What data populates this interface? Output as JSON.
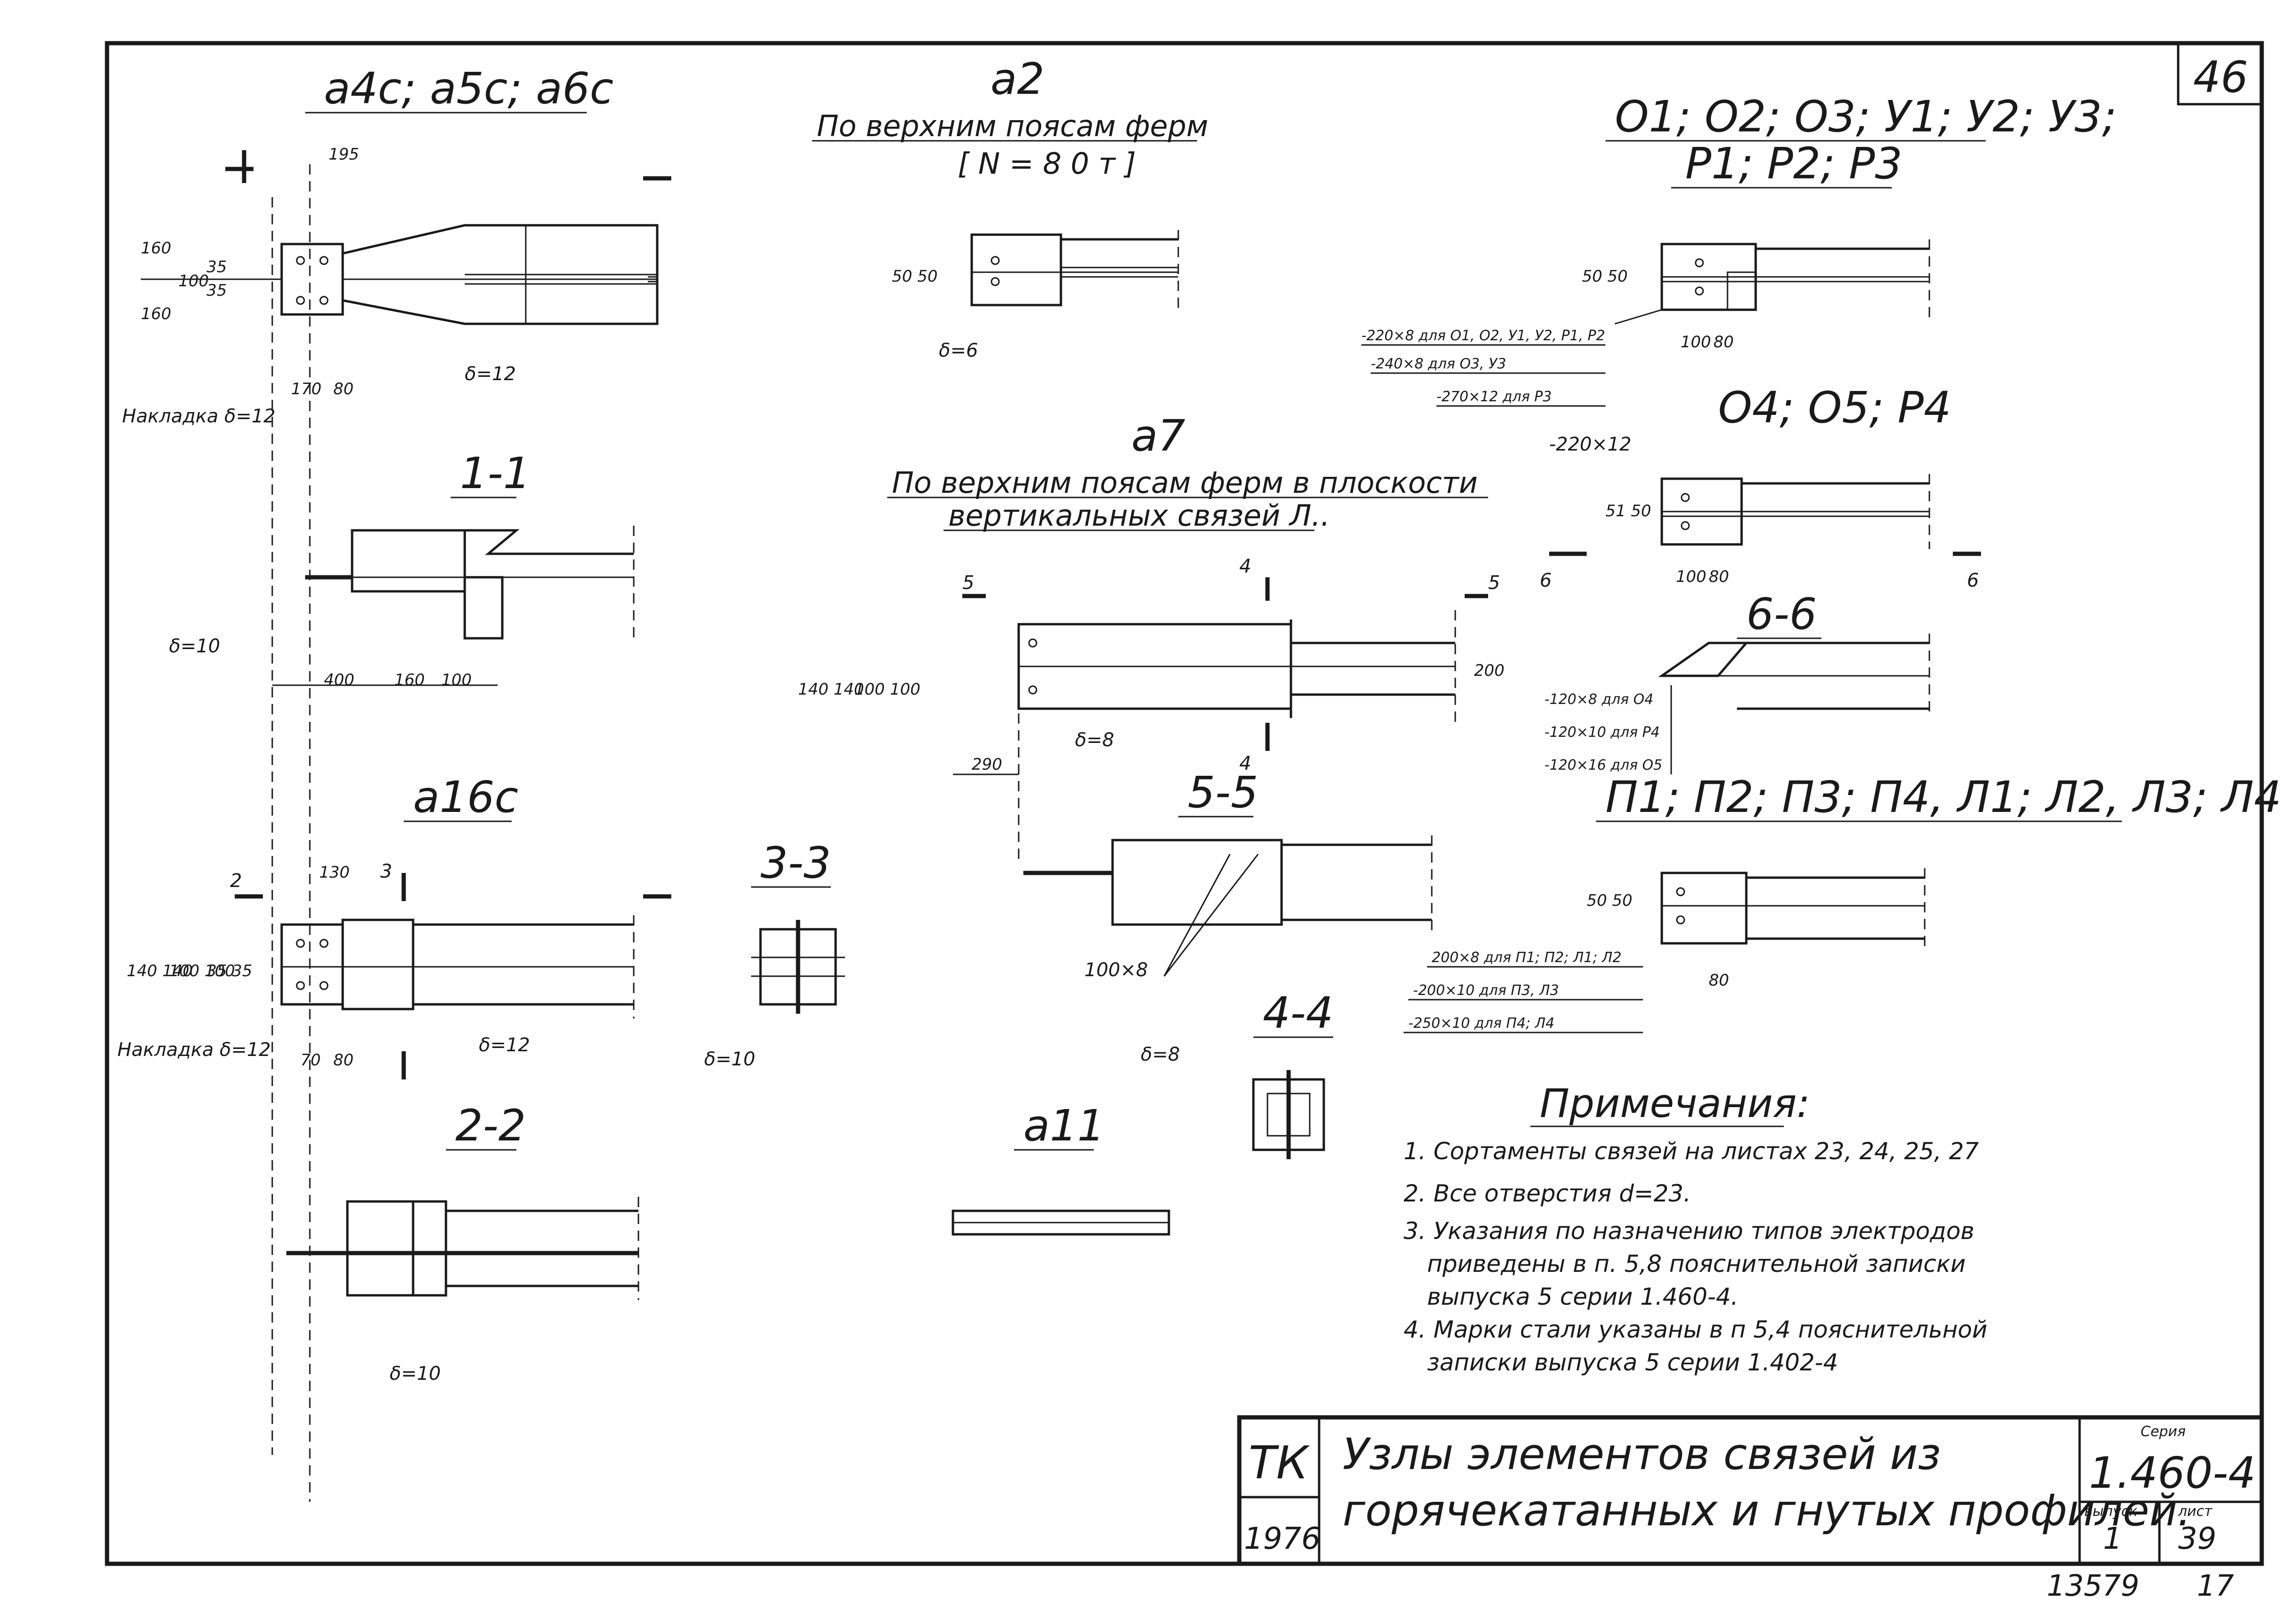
{
  "sheet": {
    "page_number": "46",
    "drawing_number_bottom": "13579",
    "drawing_number_bottom_right": "17"
  },
  "views": {
    "a4c_title": "а4с; а5с; а6с",
    "a2_title": "а2",
    "a2_subtitle": "По верхним поясам ферм",
    "a2_force": "[ N = 8 0 т ]",
    "a7_title": "а7",
    "a7_subtitle_1": "По верхним поясам ферм в плоскости",
    "a7_subtitle_2": "вертикальных связей Л..",
    "right_top_title_1": "О1; О2; О3; У1; У2; У3;",
    "right_top_title_2": "Р1; Р2; Р3",
    "o4_title": "О4; О5; Р4",
    "p_title": "П1; П2; П3; П4, Л1; Л2, Л3; Л4",
    "a16c_title": "а16с",
    "a11_title": "а11",
    "s11": "1-1",
    "s22": "2-2",
    "s33": "3-3",
    "s44": "4-4",
    "s55": "5-5",
    "s66": "6-6"
  },
  "dimensions": {
    "d195": "195",
    "d160a": "160",
    "d160b": "160",
    "d100": "100",
    "d35": "35",
    "d35b": "35",
    "d170": "170",
    "d80": "80",
    "d_overlay": "Накладка δ=12",
    "d_delta12": "δ=12",
    "d_delta10": "δ=10",
    "d400": "400",
    "d160c": "160",
    "d100c": "100",
    "a2_50": "50 50",
    "a2_delta6": "δ=6",
    "a7_140": "140 140",
    "a7_100": "100 100",
    "a7_200": "200",
    "a7_290": "290",
    "a7_delta8": "δ=8",
    "a7_sec5": "5",
    "a7_sec4": "4",
    "s55_plate": "100×8",
    "rt_50": "50 50",
    "rt_100": "100",
    "rt_80": "80",
    "rt_plate1": "-220×8 для О1, О2, У1, У2, Р1, Р2",
    "rt_plate2": "-240×8 для О3, У3",
    "rt_plate3": "-270×12 для Р3",
    "o4_plate": "-220×12",
    "o4_51": "51 50",
    "o4_100": "100",
    "o4_80": "80",
    "o4_sec": "6",
    "s66_p1": "-120×8 для О4",
    "s66_p2": "-120×10 для Р4",
    "s66_p3": "-120×16 для О5",
    "p_50": "50 50",
    "p_80": "80",
    "p_plate1": "200×8 для П1; П2; Л1; Л2",
    "p_plate2": "-200×10 для П3, Л3",
    "p_plate3": "-250×10 для П4; Л4",
    "a16_130": "130",
    "a16_140": "140 140",
    "a16_100": "100 100",
    "a16_35": "35 35",
    "a16_70": "70",
    "a16_80": "80",
    "a16_overlay": "Накладка δ=12",
    "a16_delta12": "δ=12",
    "a16_sec2": "2",
    "a16_sec3": "3",
    "s33_delta10": "δ=10",
    "s44_delta8": "δ=8",
    "s22_delta10": "δ=10"
  },
  "notes": {
    "heading": "Примечания:",
    "items": [
      "1. Сортаменты связей на листах 23, 24, 25, 27",
      "2. Все отверстия d=23.",
      "3. Указания по назначению типов электродов",
      "приведены в п. 5,8 пояснительной записки",
      "выпуска 5 серии 1.460-4.",
      "4. Марки стали указаны в п 5,4 пояснительной",
      "записки выпуска 5 серии 1.402-4"
    ]
  },
  "title_block": {
    "org": "ТК",
    "year": "1976",
    "title_line1": "Узлы элементов связей из",
    "title_line2": "горячекатанных и гнутых профилей.",
    "series_label": "Серия",
    "series_value": "1.460-4",
    "issue_label": "выпуск",
    "issue_value": "1",
    "sheet_label": "лист",
    "sheet_value": "39"
  }
}
